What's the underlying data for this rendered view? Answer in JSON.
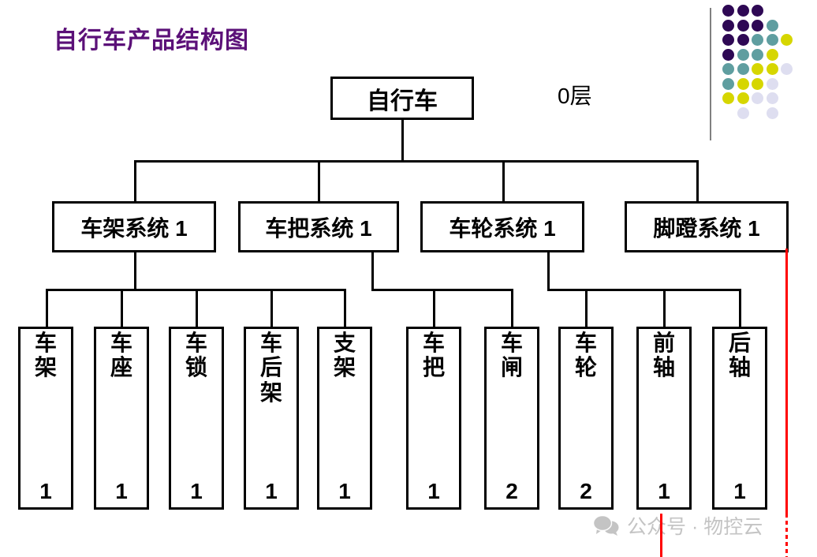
{
  "page": {
    "title": "自行车产品结构图",
    "title_color": "#5B1078",
    "background": "#ffffff"
  },
  "level_labels": [
    {
      "text": "0层"
    }
  ],
  "tree": {
    "root": {
      "label": "自行车"
    },
    "level1": [
      {
        "label": "车架系统 1"
      },
      {
        "label": "车把系统 1"
      },
      {
        "label": "车轮系统 1"
      },
      {
        "label": "脚蹬系统 1"
      }
    ],
    "leaves": [
      {
        "name": "车架",
        "chars": [
          "车",
          "架"
        ],
        "qty": "1",
        "parent": "车架系统 1"
      },
      {
        "name": "车座",
        "chars": [
          "车",
          "座"
        ],
        "qty": "1",
        "parent": "车架系统 1"
      },
      {
        "name": "车锁",
        "chars": [
          "车",
          "锁"
        ],
        "qty": "1",
        "parent": "车架系统 1"
      },
      {
        "name": "车后架",
        "chars": [
          "车",
          "后",
          "架"
        ],
        "qty": "1",
        "parent": "车架系统 1"
      },
      {
        "name": "支架",
        "chars": [
          "支",
          "架"
        ],
        "qty": "1",
        "parent": "车架系统 1"
      },
      {
        "name": "车把",
        "chars": [
          "车",
          "把"
        ],
        "qty": "1",
        "parent": "车把系统 1"
      },
      {
        "name": "车闸",
        "chars": [
          "车",
          "闸"
        ],
        "qty": "2",
        "parent": "车把系统 1"
      },
      {
        "name": "车轮",
        "chars": [
          "车",
          "轮"
        ],
        "qty": "2",
        "parent": "车轮系统 1"
      },
      {
        "name": "前轴",
        "chars": [
          "前",
          "轴"
        ],
        "qty": "1",
        "parent": "车轮系统 1"
      },
      {
        "name": "后轴",
        "chars": [
          "后",
          "轴"
        ],
        "qty": "1",
        "parent": "车轮系统 1"
      }
    ]
  },
  "logo": {
    "colors": {
      "purple": "#2E0854",
      "teal": "#5F9EA0",
      "yellow": "#D6D600",
      "lavender": "#DEDEF0",
      "rule": "#808080"
    },
    "dots": [
      {
        "col": 0,
        "row": 0,
        "c": "purple"
      },
      {
        "col": 1,
        "row": 0,
        "c": "purple"
      },
      {
        "col": 2,
        "row": 0,
        "c": "purple"
      },
      {
        "col": 0,
        "row": 1,
        "c": "purple"
      },
      {
        "col": 1,
        "row": 1,
        "c": "purple"
      },
      {
        "col": 2,
        "row": 1,
        "c": "purple"
      },
      {
        "col": 3,
        "row": 1,
        "c": "teal"
      },
      {
        "col": 0,
        "row": 2,
        "c": "purple"
      },
      {
        "col": 1,
        "row": 2,
        "c": "purple"
      },
      {
        "col": 2,
        "row": 2,
        "c": "teal"
      },
      {
        "col": 3,
        "row": 2,
        "c": "teal"
      },
      {
        "col": 4,
        "row": 2,
        "c": "yellow"
      },
      {
        "col": 0,
        "row": 3,
        "c": "purple"
      },
      {
        "col": 1,
        "row": 3,
        "c": "teal"
      },
      {
        "col": 2,
        "row": 3,
        "c": "teal"
      },
      {
        "col": 3,
        "row": 3,
        "c": "yellow"
      },
      {
        "col": 0,
        "row": 4,
        "c": "teal"
      },
      {
        "col": 1,
        "row": 4,
        "c": "teal"
      },
      {
        "col": 2,
        "row": 4,
        "c": "yellow"
      },
      {
        "col": 3,
        "row": 4,
        "c": "yellow"
      },
      {
        "col": 4,
        "row": 4,
        "c": "lavender"
      },
      {
        "col": 0,
        "row": 5,
        "c": "teal"
      },
      {
        "col": 1,
        "row": 5,
        "c": "yellow"
      },
      {
        "col": 2,
        "row": 5,
        "c": "yellow"
      },
      {
        "col": 3,
        "row": 5,
        "c": "lavender"
      },
      {
        "col": 0,
        "row": 6,
        "c": "yellow"
      },
      {
        "col": 1,
        "row": 6,
        "c": "yellow"
      },
      {
        "col": 2,
        "row": 6,
        "c": "lavender"
      },
      {
        "col": 3,
        "row": 6,
        "c": "lavender"
      },
      {
        "col": 1,
        "row": 7,
        "c": "lavender"
      },
      {
        "col": 3,
        "row": 7,
        "c": "lavender"
      }
    ]
  },
  "annotations": {
    "red_color": "#FF0000",
    "marks": [
      {
        "name": "right-solid",
        "style": "solid"
      },
      {
        "name": "right-dotted",
        "style": "dotted"
      },
      {
        "name": "bottom-solid",
        "style": "solid"
      }
    ]
  },
  "watermark": {
    "text": "公众号 · 物控云",
    "icon": "wechat-icon",
    "color": "#C4C4C4"
  }
}
